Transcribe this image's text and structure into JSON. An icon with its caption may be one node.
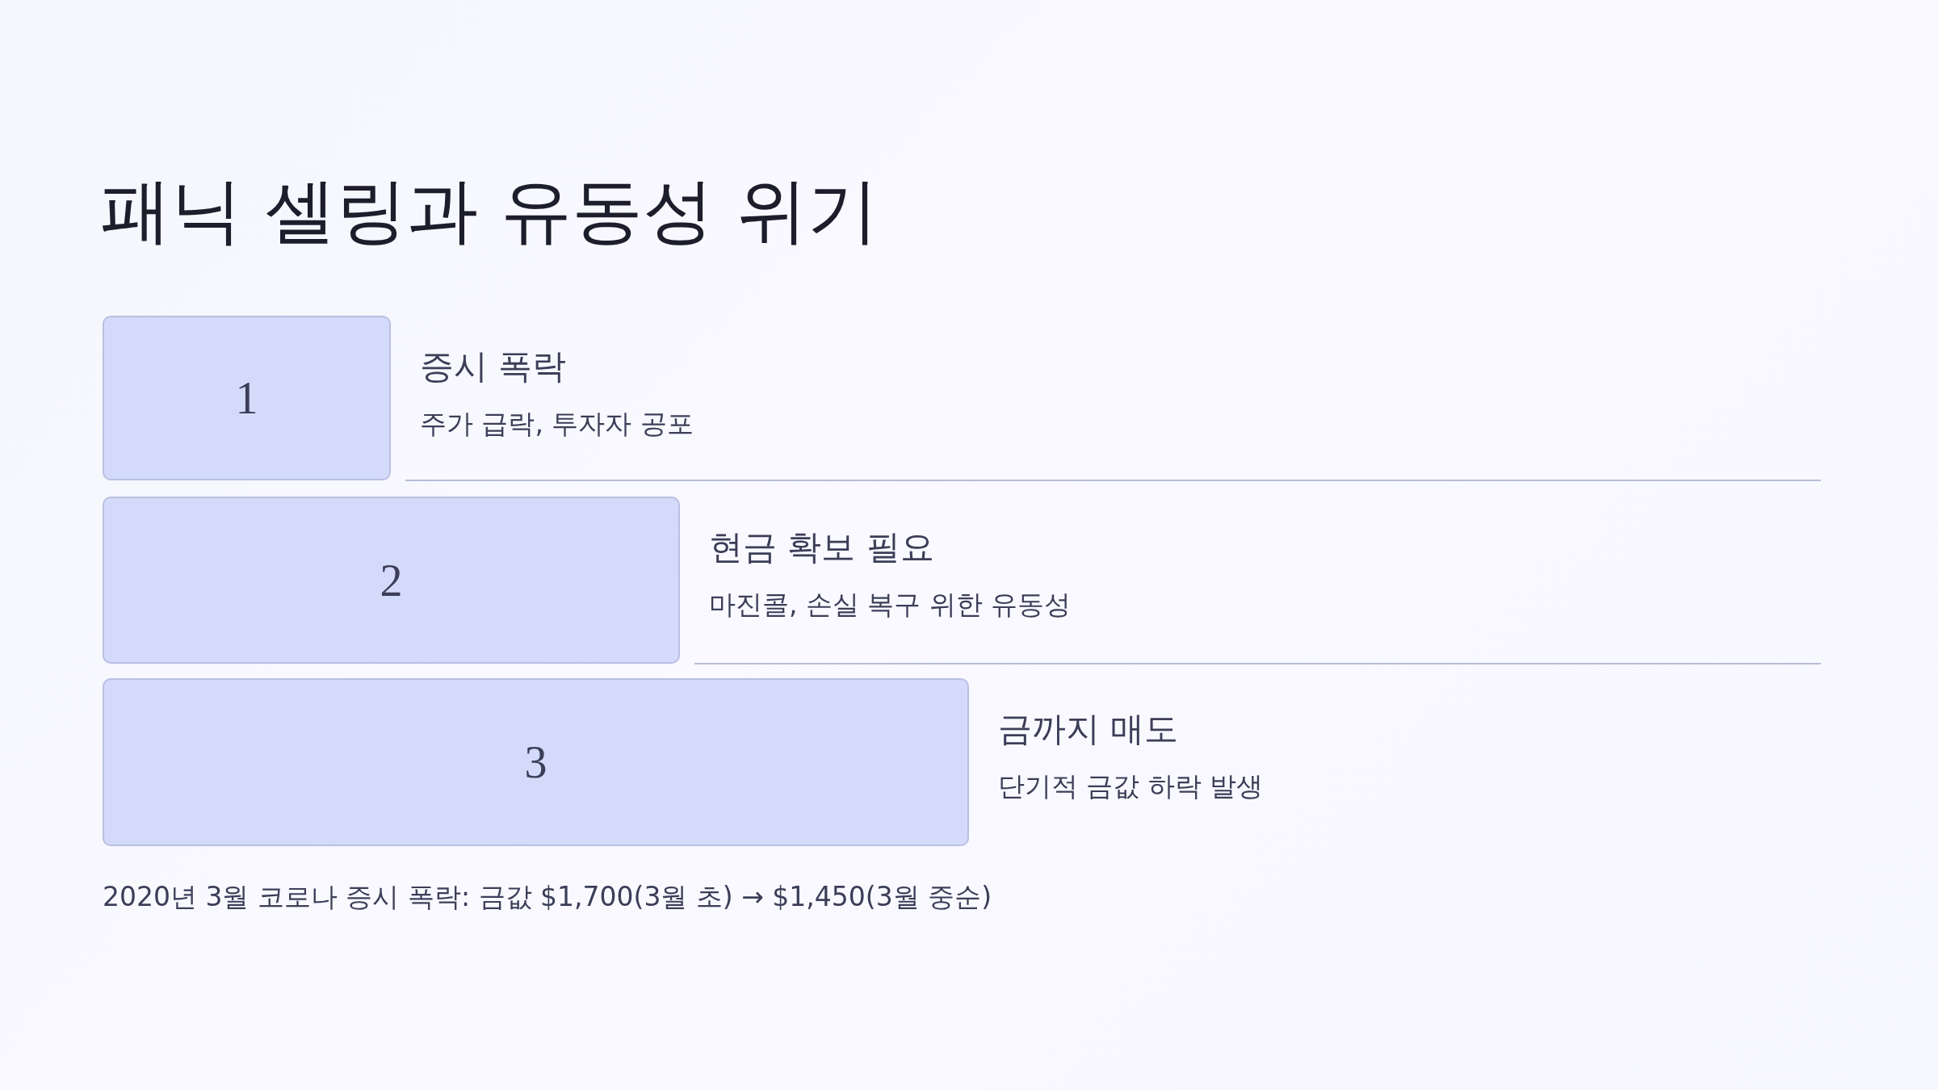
{
  "diagram": {
    "title": "패닉 셀링과 유동성 위기",
    "nodes": [
      {
        "text": [
          "1"
        ],
        "beside": [
          "증시 폭락",
          "주가 급락, 투자자 공포"
        ]
      },
      {
        "text": [
          "2"
        ],
        "beside": [
          "현금 확보 필요",
          "마진콜, 손실 복구 위한 유동성"
        ]
      },
      {
        "text": [
          "3"
        ],
        "beside": [
          "금까지 매도",
          "단기적 금값 하락 발생"
        ]
      }
    ],
    "labels": [
      "2020년 3월 코로나 증시 폭락: 금값 $1,700(3월 초) → $1,450(3월 중순)"
    ]
  }
}
